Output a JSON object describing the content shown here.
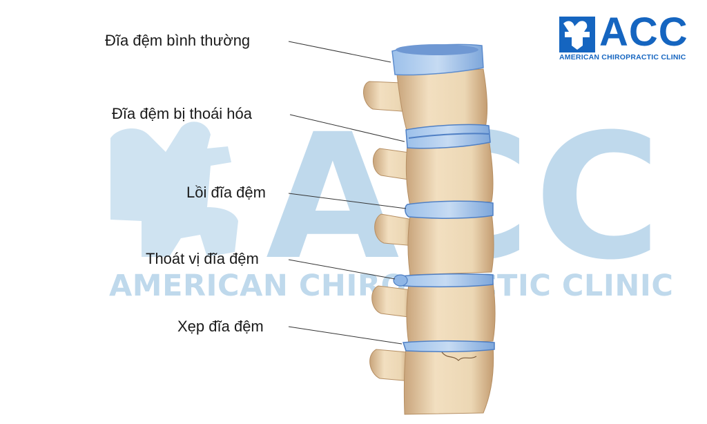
{
  "labels": {
    "normal": "Đĩa đệm bình thường",
    "degenerated": "Đĩa đệm bị thoái hóa",
    "bulging": "Lồi đĩa đệm",
    "herniated": "Thoát vị đĩa đệm",
    "collapsed": "Xẹp đĩa đệm"
  },
  "logo": {
    "word": "ACC",
    "subtitle": "AMERICAN CHIROPRACTIC CLINIC"
  },
  "watermark": {
    "word": "ACC",
    "subtitle": "AMERICAN CHIROPRACTIC CLINIC"
  },
  "colors": {
    "brand_blue": "#1565c0",
    "watermark_blue": "#bfd9ec",
    "bone": "#ecd7b4",
    "bone_shadow": "#c9a57c",
    "disc_blue": "#8fb6e6",
    "disc_dark": "#4f7fc4"
  }
}
